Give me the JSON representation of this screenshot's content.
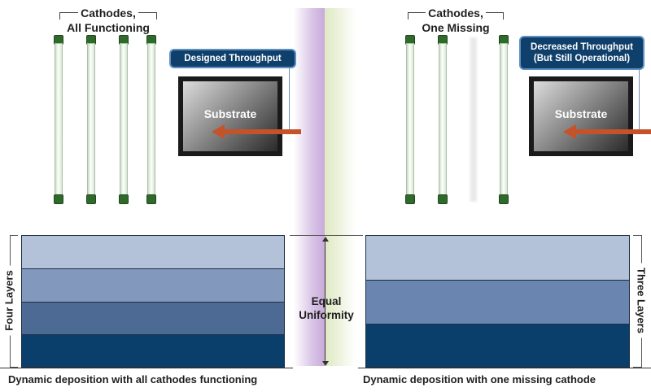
{
  "left_panel": {
    "cathodes_title_line1": "Cathodes,",
    "cathodes_title_line2": "All Functioning",
    "callout": "Designed Throughput",
    "substrate_label": "Substrate",
    "layer_count_label": "Four Layers",
    "caption": "Dynamic deposition with all cathodes functioning",
    "layers": [
      {
        "name": "layer-1",
        "color": "#b4c2d9"
      },
      {
        "name": "layer-2",
        "color": "#8298bc"
      },
      {
        "name": "layer-3",
        "color": "#4d6a95"
      },
      {
        "name": "layer-4",
        "color": "#0a3f6c"
      }
    ]
  },
  "right_panel": {
    "cathodes_title_line1": "Cathodes,",
    "cathodes_title_line2": "One Missing",
    "callout_line1": "Decreased Throughput",
    "callout_line2": "(But Still Operational)",
    "substrate_label": "Substrate",
    "layer_count_label": "Three Layers",
    "caption": "Dynamic deposition with one missing cathode",
    "layers": [
      {
        "name": "layer-1",
        "color": "#b4c2d9"
      },
      {
        "name": "layer-2",
        "color": "#6a85b0"
      },
      {
        "name": "layer-3",
        "color": "#0a3f6c"
      }
    ]
  },
  "center": {
    "label_line1": "Equal",
    "label_line2": "Uniformity"
  },
  "colors": {
    "callout_bg": "#0f3f6b",
    "arrow": "#c4532b",
    "cathode_cap": "#2f6a2b",
    "strip_purple": "#c8aadb",
    "strip_green": "#dfe9c2"
  }
}
